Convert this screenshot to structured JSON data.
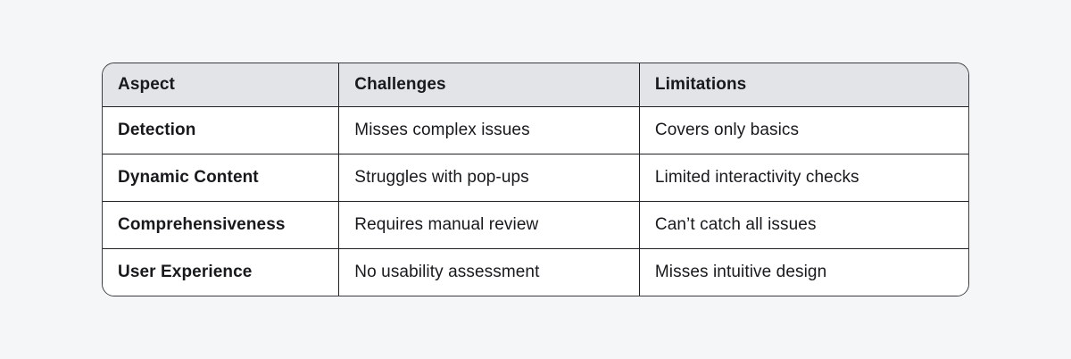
{
  "table": {
    "columns": [
      "Aspect",
      "Challenges",
      "Limitations"
    ],
    "rows": [
      [
        "Detection",
        "Misses complex issues",
        "Covers only basics"
      ],
      [
        "Dynamic Content",
        "Struggles with pop-ups",
        "Limited interactivity checks"
      ],
      [
        "Comprehensiveness",
        "Requires manual review",
        "Can’t catch all issues"
      ],
      [
        "User Experience",
        "No usability assessment",
        "Misses intuitive design"
      ]
    ]
  },
  "colors": {
    "page_bg": "#f5f6f7",
    "header_bg": "#e2e4e8",
    "cell_bg": "#ffffff",
    "border": "#1f2125",
    "text": "#17191c"
  }
}
